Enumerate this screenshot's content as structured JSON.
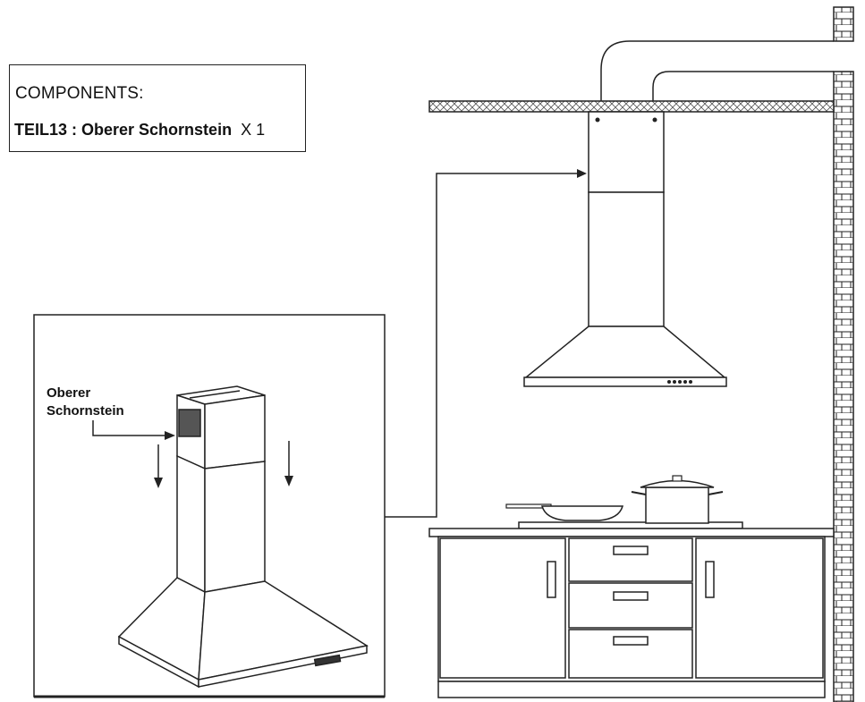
{
  "components": {
    "title": "COMPONENTS:",
    "part": "TEIL13 : Oberer Schornstein",
    "quantity": "X 1"
  },
  "detail": {
    "label_line1": "Oberer",
    "label_line2": "Schornstein"
  },
  "icons": [
    "arrow-down-icon",
    "pointer-arrow-icon"
  ],
  "colors": {
    "line": "#222222",
    "fill": "#ffffff",
    "insulation": "#888888"
  }
}
